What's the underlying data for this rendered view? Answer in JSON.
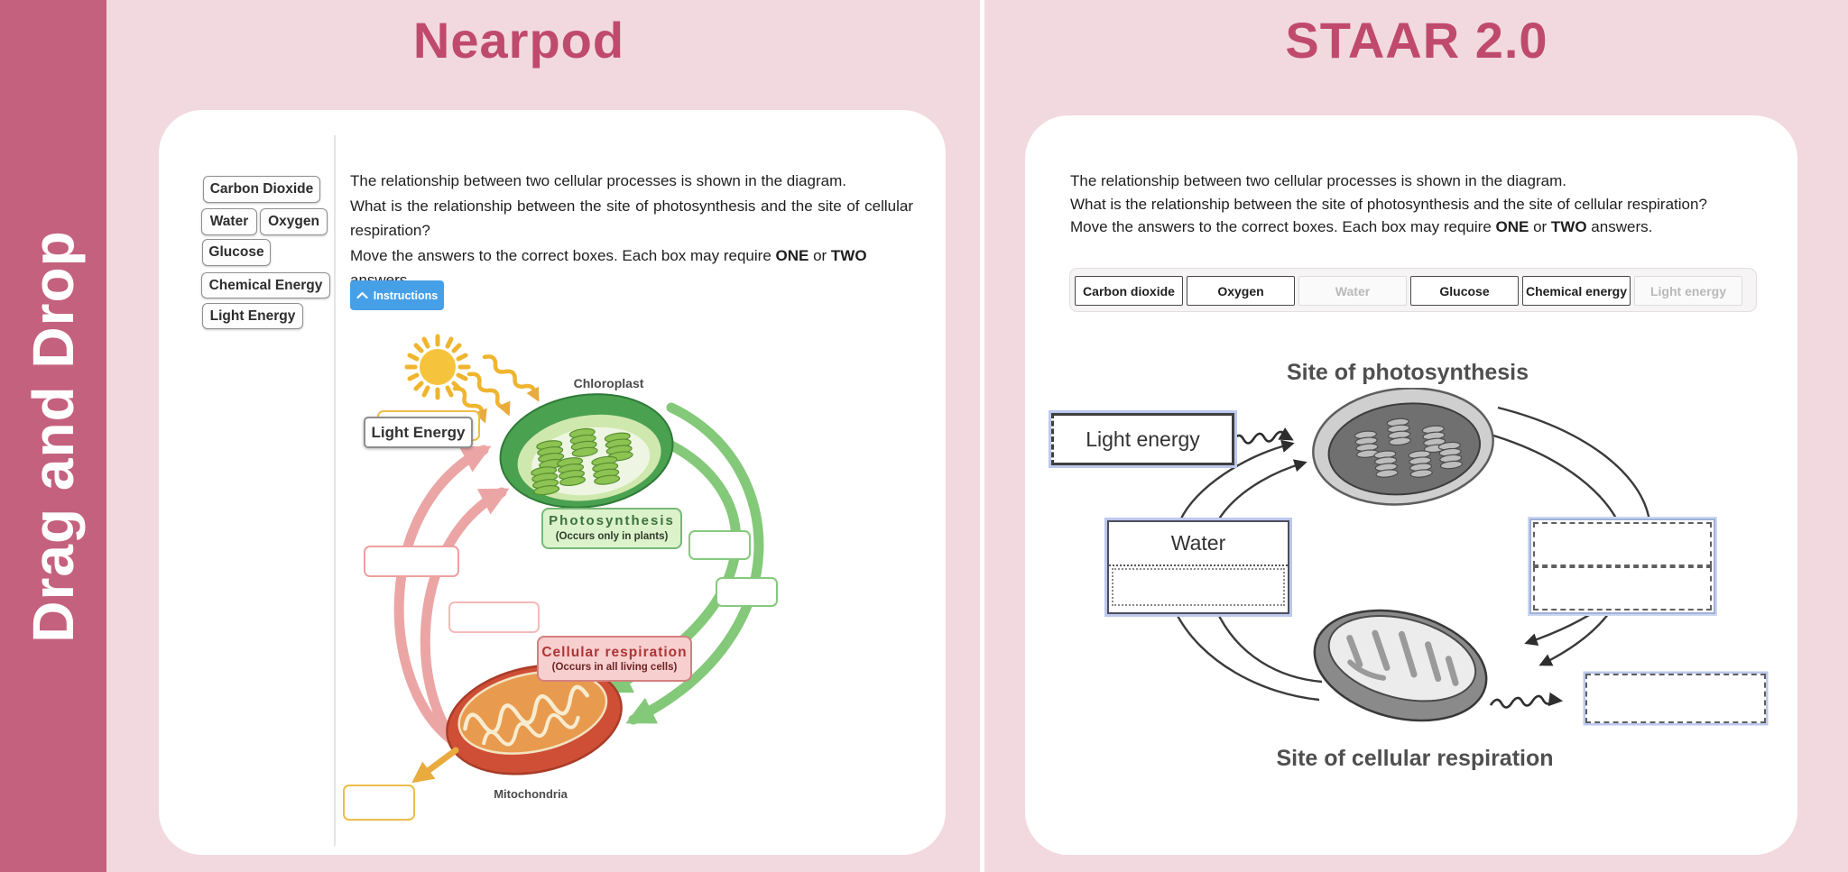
{
  "sidebar": {
    "label": "Drag and Drop"
  },
  "nearpod": {
    "title": "Nearpod",
    "chips": [
      {
        "label": "Carbon Dioxide"
      },
      {
        "label": "Water"
      },
      {
        "label": "Oxygen"
      },
      {
        "label": "Glucose"
      },
      {
        "label": "Chemical Energy"
      },
      {
        "label": "Light Energy"
      }
    ],
    "question": {
      "line1": "The relationship between two cellular processes is shown in the diagram.",
      "line2": "What is the relationship between the site of photosynthesis and the site of cellular respiration?",
      "line3_pre": "Move the answers to the correct boxes. Each box may require ",
      "line3_bold1": "ONE",
      "line3_mid": " or ",
      "line3_bold2": "TWO",
      "line3_end": " answers."
    },
    "instructions_label": "Instructions",
    "diagram": {
      "chloroplast_label": "Chloroplast",
      "light_energy_answer": "Light Energy",
      "photosynthesis_title": "Photosynthesis",
      "photosynthesis_subtitle": "(Occurs only in plants)",
      "respiration_title": "Cellular respiration",
      "respiration_subtitle": "(Occurs in all living cells)",
      "mitochondria_label": "Mitochondria"
    }
  },
  "staar": {
    "title": "STAAR 2.0",
    "question": {
      "line1": "The relationship between two cellular processes is shown in the diagram.",
      "line2": "What is the relationship between the site of photosynthesis and the site of cellular respiration?",
      "line3_pre": "Move the answers to the correct boxes. Each box may require ",
      "line3_bold1": "ONE",
      "line3_mid": " or ",
      "line3_bold2": "TWO",
      "line3_end": " answers."
    },
    "chips": [
      {
        "label": "Carbon dioxide",
        "used": false
      },
      {
        "label": "Oxygen",
        "used": false
      },
      {
        "label": "Water",
        "used": true
      },
      {
        "label": "Glucose",
        "used": false
      },
      {
        "label": "Chemical energy",
        "used": false
      },
      {
        "label": "Light energy",
        "used": true
      }
    ],
    "diagram": {
      "photosynthesis_site_label": "Site of photosynthesis",
      "respiration_site_label": "Site of cellular respiration",
      "light_energy_answer": "Light energy",
      "water_answer": "Water"
    }
  },
  "colors": {
    "accent": "#bf4a6e",
    "sidebar_bg": "#c4617e",
    "page_bg": "#f2d9df",
    "instructions_bg": "#46a0e8",
    "pink_arrow": "#eca5a5",
    "green_arrow": "#83c979",
    "yellow_accent": "#e9ab3e"
  }
}
